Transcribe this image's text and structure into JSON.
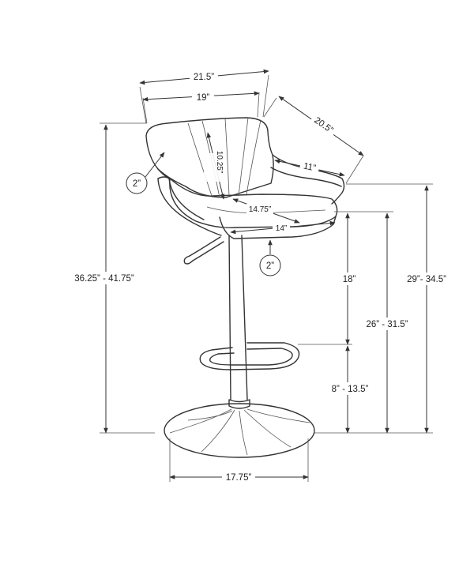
{
  "dimensions": {
    "overall_width": "21.5”",
    "seat_back_width": "19”",
    "depth": "20.5”",
    "arm_depth": "11”",
    "back_height": "10.25”",
    "seat_depth": "14.75”",
    "seat_width": "14”",
    "back_thickness": "2”",
    "seat_thickness": "2”",
    "overall_height": "36.25” - 41.75”",
    "arm_height": "29”- 34.5”",
    "seat_height": "26” - 31.5”",
    "seat_to_footrest": "18”",
    "footrest_height": "8” - 13.5”",
    "base_diameter": "17.75”"
  }
}
